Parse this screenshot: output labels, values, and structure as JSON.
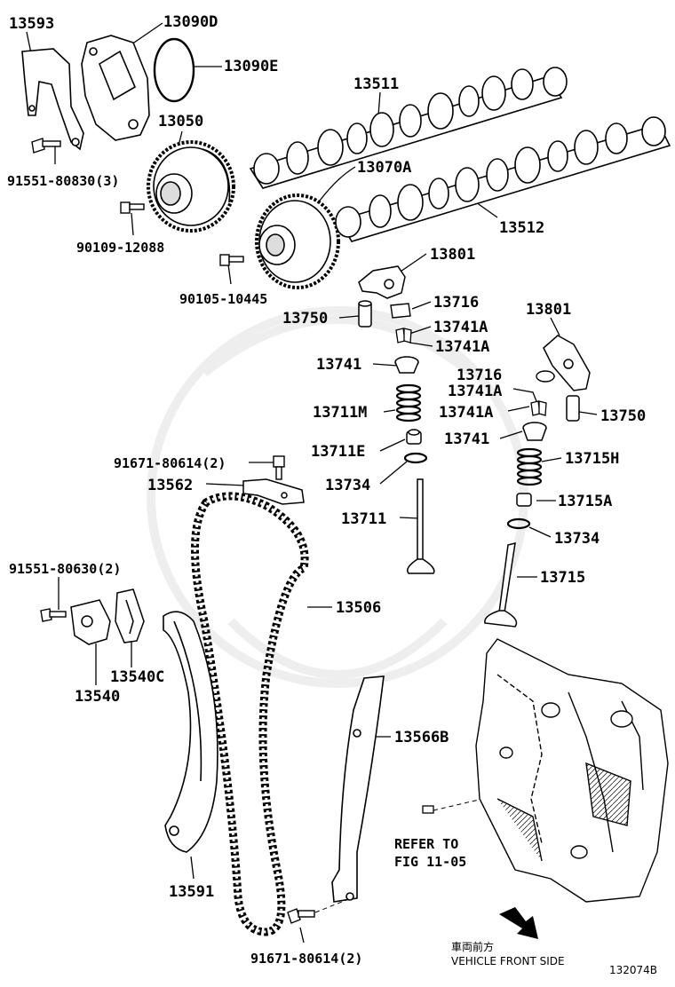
{
  "labels": {
    "p13593": "13593",
    "p13090D": "13090D",
    "p13090E": "13090E",
    "p13511": "13511",
    "p13050": "13050",
    "p91551_80830": "91551-80830(3)",
    "p13070A": "13070A",
    "p13512": "13512",
    "p90109_12088": "90109-12088",
    "p13801_a": "13801",
    "p90105_10445": "90105-10445",
    "p13716_a": "13716",
    "p13750_a": "13750",
    "p13741A_1": "13741A",
    "p13801_b": "13801",
    "p13741A_2": "13741A",
    "p13741_a": "13741",
    "p13716_b": "13716",
    "p13741A_3": "13741A",
    "p13711M": "13711M",
    "p13741A_4": "13741A",
    "p13750_b": "13750",
    "p13741_b": "13741",
    "p13711E": "13711E",
    "p13715H": "13715H",
    "p91671_80614_a": "91671-80614(2)",
    "p13734_a": "13734",
    "p13562": "13562",
    "p13715A": "13715A",
    "p13711": "13711",
    "p13734_b": "13734",
    "p91551_80630": "91551-80630(2)",
    "p13715": "13715",
    "p13506": "13506",
    "p13540C": "13540C",
    "p13540": "13540",
    "p13566B": "13566B",
    "p13591": "13591",
    "p91671_80614_b": "91671-80614(2)"
  },
  "refer": {
    "line1": "REFER TO",
    "line2": "FIG 11-05"
  },
  "front": {
    "jp": "車両前方",
    "en": "VEHICLE FRONT SIDE"
  },
  "figure_code": "132074B"
}
